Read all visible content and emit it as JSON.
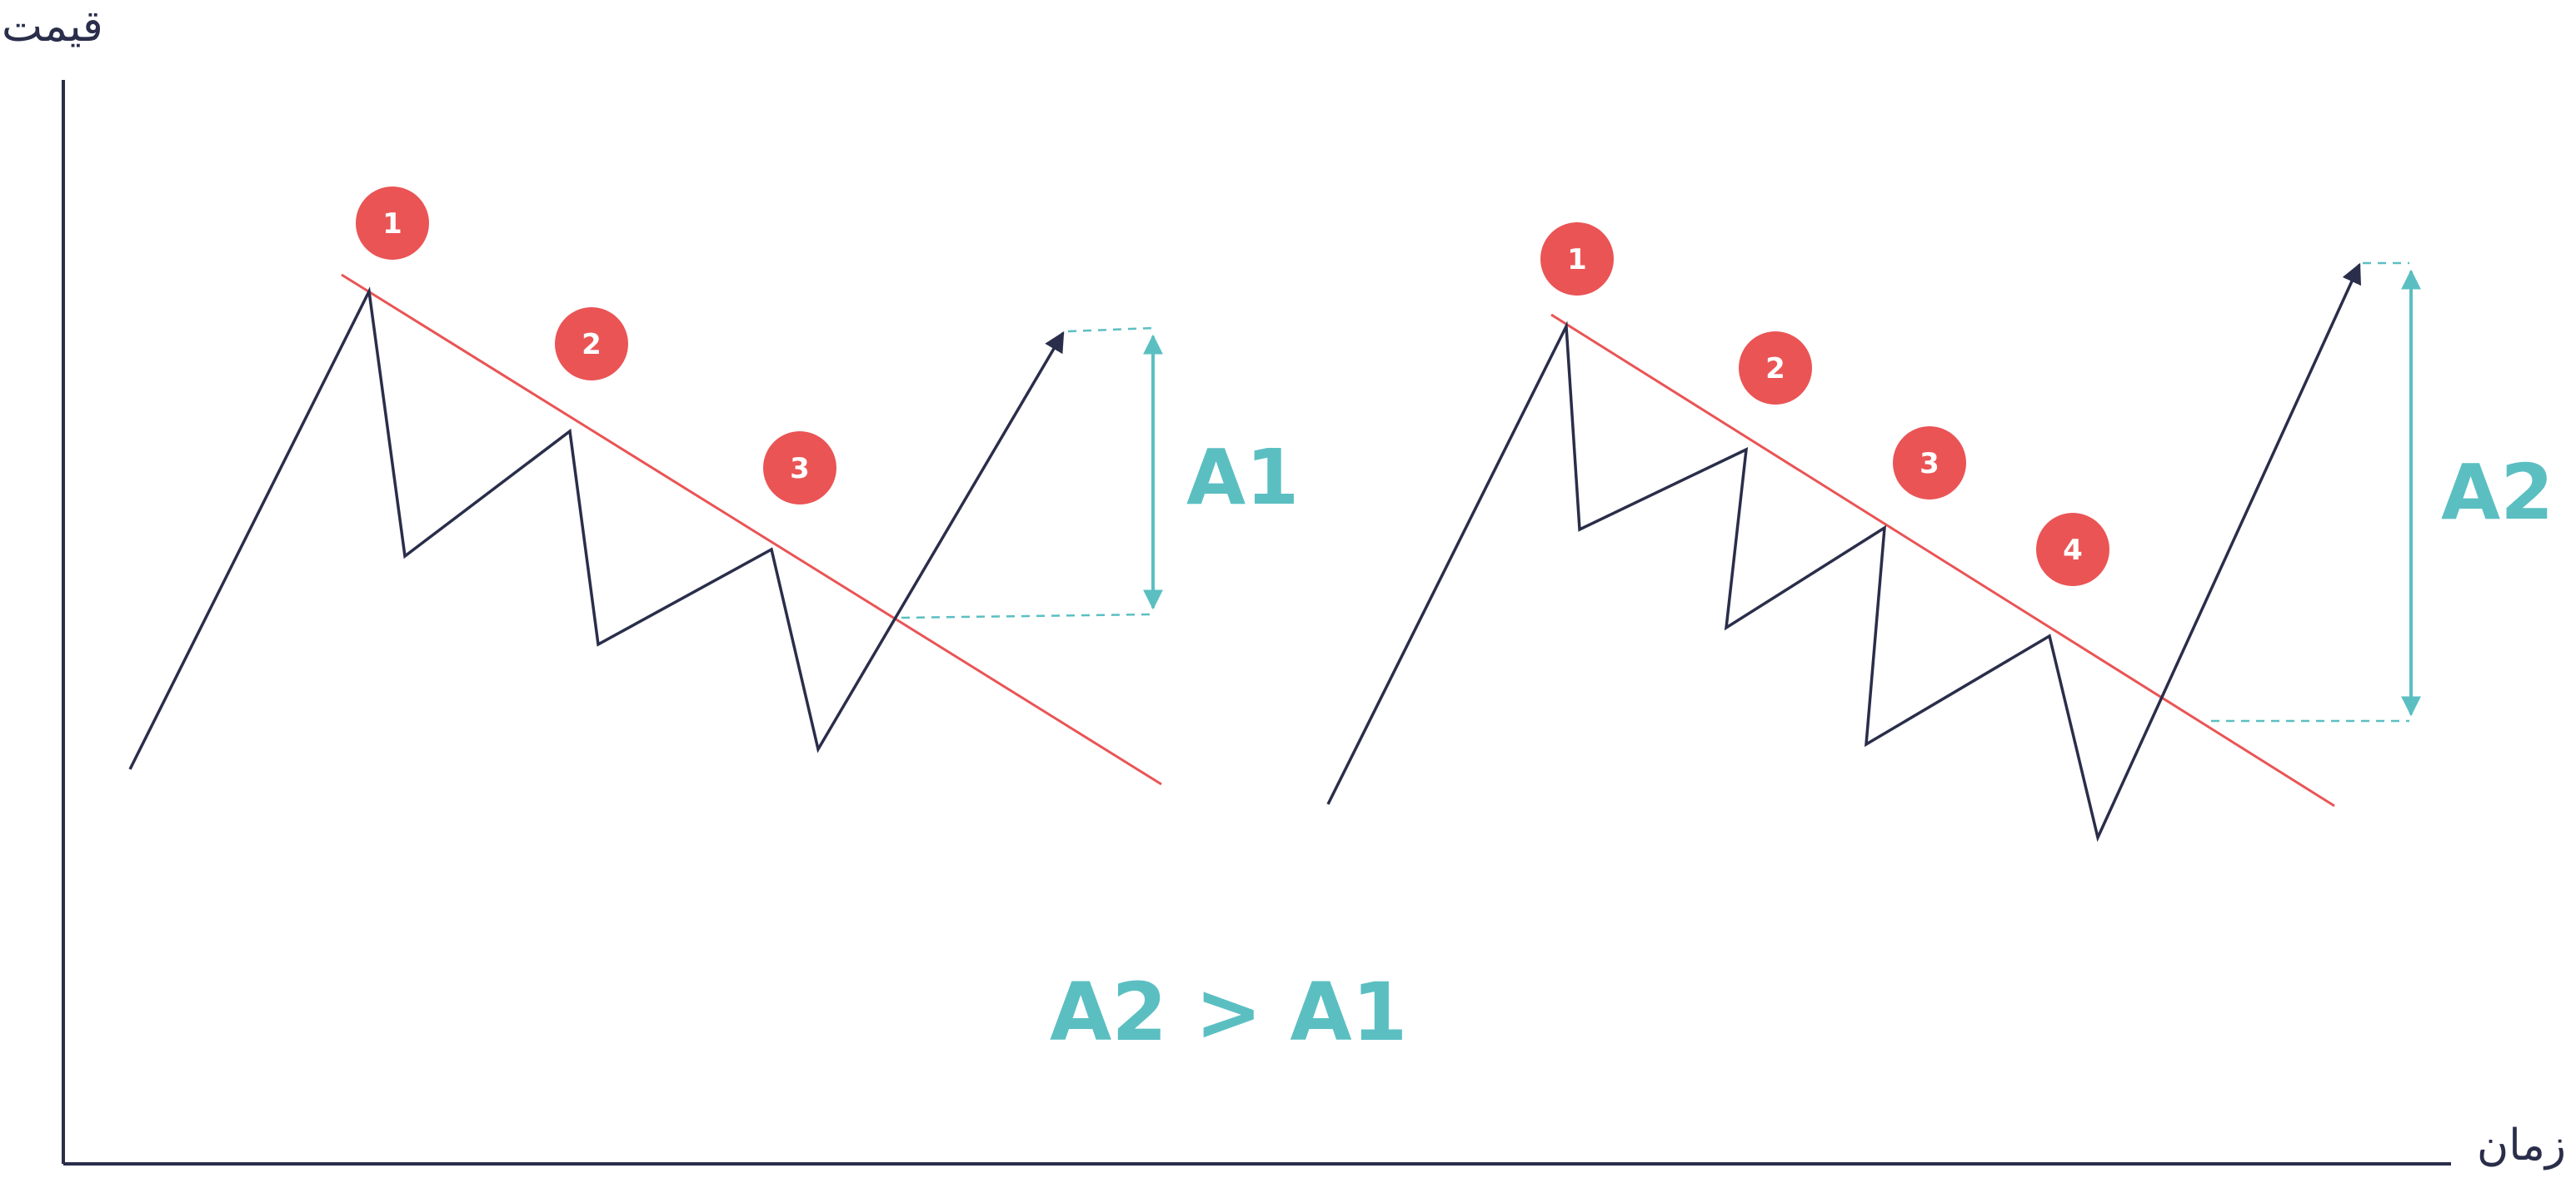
{
  "axes": {
    "y_label": "قیمت",
    "x_label": "زمان"
  },
  "colors": {
    "axis": "#2a2e4a",
    "price_line": "#2a2e4a",
    "trend_line": "#ea5455",
    "touch_marker": "#ea5455",
    "measure": "#5bbfc2"
  },
  "left_pattern": {
    "touches": [
      "1",
      "2",
      "3"
    ],
    "measure_label": "A1"
  },
  "right_pattern": {
    "touches": [
      "1",
      "2",
      "3",
      "4"
    ],
    "measure_label": "A2"
  },
  "comparison": "A2 > A1"
}
